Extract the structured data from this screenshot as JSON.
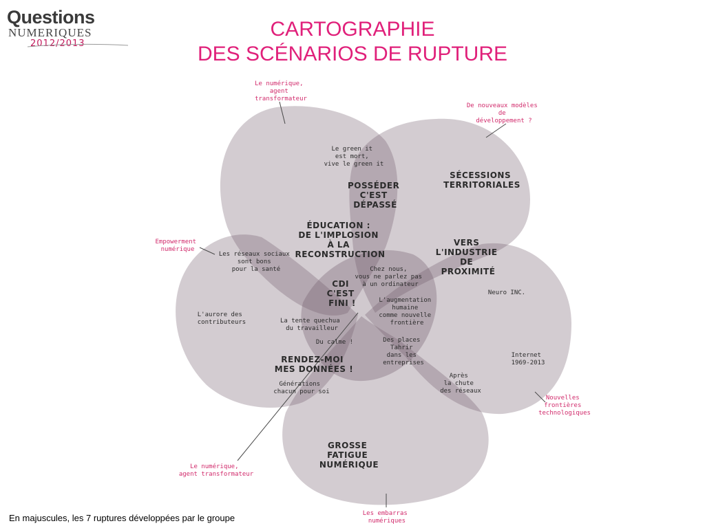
{
  "logo": {
    "line1": "Questions",
    "line2": "NUMERIQUES",
    "line3": "2012/2013"
  },
  "title_line1": "CARTOGRAPHIE",
  "title_line2": "DES SCÉNARIOS DE RUPTURE",
  "footer": "En majuscules, les 7 ruptures développées par le groupe",
  "colors": {
    "accent": "#e0207a",
    "petal_fill": "#6e5766",
    "petal_text": "#2b2b2b",
    "pink_label": "#d12a6b"
  },
  "outer_labels": {
    "top": [
      "Le numérique,",
      "agent",
      "transformateur"
    ],
    "top_right": [
      "De nouveaux modèles",
      "de",
      "développement ?"
    ],
    "left": [
      "Empowerment",
      "numérique"
    ],
    "right": [
      "Nouvelles",
      "frontières",
      "technologiques"
    ],
    "bottom_left": [
      "Le numérique,",
      "agent transformateur"
    ],
    "bottom": [
      "Les embarras",
      "numériques"
    ]
  },
  "ruptures": {
    "posseder": [
      "POSSÉDER",
      "C'EST",
      "DÉPASSÉ"
    ],
    "secessions": [
      "SÉCESSIONS",
      "TERRITORIALES"
    ],
    "education": [
      "ÉDUCATION :",
      "DE L'IMPLOSION",
      "À LA",
      "RECONSTRUCTION"
    ],
    "industrie": [
      "VERS",
      "L'INDUSTRIE",
      "DE",
      "PROXIMITÉ"
    ],
    "cdi": [
      "CDI",
      "C'EST",
      "FINI !"
    ],
    "rendez_moi": [
      "RENDEZ-MOI",
      "MES DONNÉES !"
    ],
    "grosse_fatigue": [
      "GROSSE",
      "FATIGUE",
      "NUMÉRIQUE"
    ]
  },
  "scenarios": {
    "green_it": [
      "Le green it",
      "est mort,",
      "vive le green it"
    ],
    "reseaux_sociaux": [
      "Les réseaux sociaux",
      "sont bons",
      "pour la santé"
    ],
    "aurore": [
      "L'aurore des",
      "contributeurs"
    ],
    "chez_nous": [
      "Chez nous,",
      "vous ne parlez pas",
      "à un ordinateur"
    ],
    "neuro": [
      "Neuro INC."
    ],
    "augmentation": [
      "L'augmentation",
      "humaine",
      "comme nouvelle",
      "frontière"
    ],
    "tente": [
      "La tente quechua",
      "du travailleur"
    ],
    "du_calme": [
      "Du calme !"
    ],
    "tahrir": [
      "Des places",
      "Tahrir",
      "dans les",
      "entreprises"
    ],
    "internet": [
      "Internet",
      "1969-2013"
    ],
    "apres": [
      "Après",
      "la chute",
      "des réseaux"
    ],
    "generations": [
      "Générations",
      "chacun pour soi"
    ]
  }
}
